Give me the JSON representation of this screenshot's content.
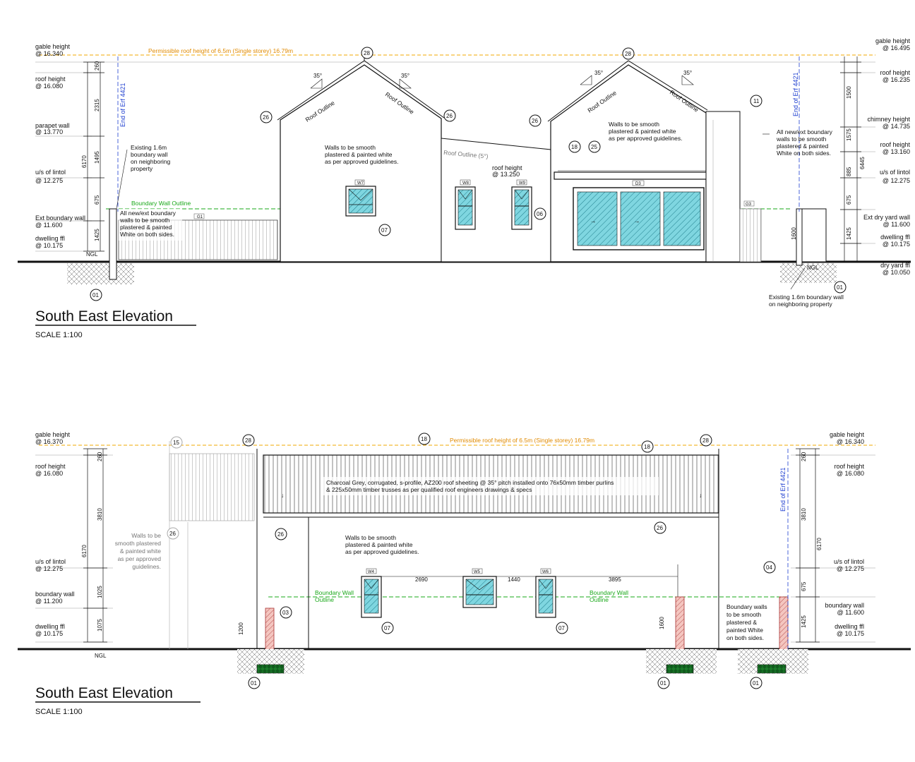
{
  "elevation_top": {
    "title": "South East Elevation",
    "scale": "SCALE 1:100",
    "permissible_note": "Permissible roof height of 6.5m (Single storey) 16.79m",
    "erf_label": "End of Erf 4421",
    "boundary_wall_outline": "Boundary Wall Outline",
    "roof_outline": "Roof Outline",
    "roof_outline_5": "Roof Outline (5°)",
    "pitch": "35°",
    "ngl": "NGL",
    "left_levels": [
      {
        "name": "gable height",
        "value": "@ 16.340"
      },
      {
        "name": "roof height",
        "value": "@ 16.080"
      },
      {
        "name": "parapet wall",
        "value": "@ 13.770"
      },
      {
        "name": "u/s of lintol",
        "value": "@ 12.275"
      },
      {
        "name": "Ext boundary wall",
        "value": "@ 11.600"
      },
      {
        "name": "dwelling ffl",
        "value": "@ 10.175"
      }
    ],
    "right_levels": [
      {
        "name": "gable height",
        "value": "@ 16.495"
      },
      {
        "name": "roof height",
        "value": "@ 16.235"
      },
      {
        "name": "chimney height",
        "value": "@ 14.735"
      },
      {
        "name": "roof height",
        "value": "@ 13.160"
      },
      {
        "name": "u/s of lintol",
        "value": "@ 12.275"
      },
      {
        "name": "Ext dry yard wall",
        "value": "@ 11.600"
      },
      {
        "name": "dwelling ffl",
        "value": "@ 10.175"
      },
      {
        "name": "dry yard ffl",
        "value": "@ 10.050"
      }
    ],
    "left_dims": [
      "260",
      "2315",
      "1495",
      "675",
      "1425"
    ],
    "left_total": "6170",
    "right_dims": [
      "1500",
      "1575",
      "885",
      "675",
      "1425"
    ],
    "right_total": "6445",
    "right_wall_dim": "1600",
    "mid_roof_height": {
      "name": "roof height",
      "value": "@ 13.250"
    },
    "notes": {
      "existing_wall_left": [
        "Existing 1.6m",
        "boundary wall",
        "on neighboring",
        "property"
      ],
      "new_wall_left": [
        "All new/ext boundary",
        "walls to be smooth",
        "plastered & painted",
        "White on both sides."
      ],
      "walls_smooth_1": [
        "Walls to be smooth",
        "plastered & painted white",
        "as per approved guidelines."
      ],
      "walls_smooth_2": [
        "Walls to be smooth",
        "plastered & painted white",
        "as per approved guidelines."
      ],
      "new_wall_right": [
        "All new/ext boundary",
        "walls to be smooth",
        "plastered & painted",
        "White on both sides."
      ],
      "existing_wall_right": [
        "Existing 1.6m boundary wall",
        "on neighboring property"
      ]
    },
    "tags": [
      "28",
      "28",
      "26",
      "26",
      "26",
      "11",
      "18",
      "25",
      "07",
      "06",
      "01",
      "01"
    ],
    "window_labels": [
      "W7",
      "W8",
      "W9",
      "D3",
      "G1",
      "G3"
    ]
  },
  "elevation_bottom": {
    "title": "South East Elevation",
    "scale": "SCALE 1:100",
    "permissible_note": "Permissible roof height of 6.5m (Single storey) 16.79m",
    "erf_label": "End of Erf 4421",
    "boundary_wall_outline": "Boundary Wall Outline",
    "ngl": "NGL",
    "left_levels": [
      {
        "name": "gable height",
        "value": "@ 16.370"
      },
      {
        "name": "roof height",
        "value": "@ 16.080"
      },
      {
        "name": "u/s of lintol",
        "value": "@ 12.275"
      },
      {
        "name": "boundary wall",
        "value": "@ 11.200"
      },
      {
        "name": "dwelling ffl",
        "value": "@ 10.175"
      }
    ],
    "right_levels": [
      {
        "name": "gable height",
        "value": "@ 16.340"
      },
      {
        "name": "roof height",
        "value": "@ 16.080"
      },
      {
        "name": "u/s of lintol",
        "value": "@ 12.275"
      },
      {
        "name": "boundary wall",
        "value": "@ 11.600"
      },
      {
        "name": "dwelling ffl",
        "value": "@ 10.175"
      }
    ],
    "left_dims": [
      "260",
      "3810",
      "1025",
      "1075"
    ],
    "left_total": "6170",
    "right_dims": [
      "260",
      "3810",
      "675",
      "1425"
    ],
    "right_total": "6170",
    "wall_dims": [
      "1200",
      "1600"
    ],
    "window_spacing": [
      "2690",
      "1440",
      "3895"
    ],
    "notes": {
      "roof_sheeting": [
        "Charcoal Grey, corrugated, s-profile, AZ200 roof sheeting @ 35° pitch installed onto 76x50mm timber purlins",
        "& 225x50mm timber trusses as per qualified roof engineers drawings & specs"
      ],
      "walls_smooth": [
        "Walls to be smooth",
        "plastered & painted white",
        "as per approved guidelines."
      ],
      "walls_grey": [
        "Walls to be",
        "smooth plastered",
        "& painted white",
        "as per approved",
        "guidelines."
      ],
      "boundary_walls": [
        "Boundary walls",
        "to be smooth",
        "plastered &",
        "painted White",
        "on both sides."
      ]
    },
    "tags": [
      "28",
      "28",
      "18",
      "18",
      "15",
      "26",
      "26",
      "26",
      "03",
      "04",
      "07",
      "07",
      "01",
      "01",
      "01"
    ],
    "window_labels": [
      "W4",
      "W5",
      "W6"
    ]
  }
}
